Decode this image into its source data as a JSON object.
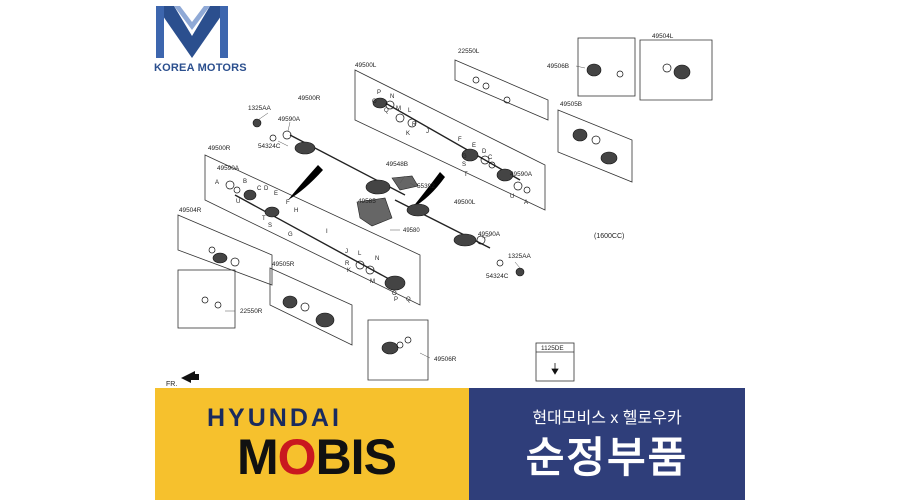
{
  "brand": {
    "logo_label": "KOREA MOTORS",
    "banner_brand": "HYUNDAI",
    "banner_mobis_pre": "M",
    "banner_mobis_o": "O",
    "banner_mobis_post": "BIS",
    "banner_subtitle": "현대모비스 x 헬로우카",
    "banner_title": "순정부품",
    "colors": {
      "logo_blue": "#2b4f8e",
      "banner_yellow": "#f6c12d",
      "banner_navy": "#2f3e7a",
      "mobis_red": "#c9171f"
    }
  },
  "diagram": {
    "labels": {
      "p49504L": "49504L",
      "p22550L": "22550L",
      "p49506B": "49506B",
      "p49505B": "49505B",
      "p49500L_a": "49500L",
      "p49500R_a": "49500R",
      "p1325AA_a": "1325AA",
      "p49590A_a": "49590A",
      "p54324C_a": "54324C",
      "p49500R_b": "49500R",
      "p49590A_b": "49590A",
      "p49548B": "49548B",
      "p55392": "55392",
      "p49585": "49585",
      "p49580": "49580",
      "p49500L_b": "49500L",
      "p49590A_c": "49590A",
      "p49590A_d": "49590A",
      "p1325AA_b": "1325AA",
      "p54324C_b": "54324C",
      "p49504R": "49504R",
      "p22550R": "22550R",
      "p49505R": "49505R",
      "p49506R": "49506R",
      "p1125DE": "1125DE",
      "engine": "(1600CC)",
      "front": "FR."
    },
    "callouts": {
      "lp": "P",
      "lq": "Q",
      "ln": "N",
      "lo": "O",
      "lm": "M",
      "lk": "K",
      "ll": "L",
      "lj": "J",
      "lr": "R",
      "lf": "F",
      "le": "E",
      "ld": "D",
      "lc": "C",
      "lb": "B",
      "la": "A",
      "lg": "G",
      "lh": "H",
      "li": "I",
      "ls": "S",
      "lt": "T",
      "lu": "U"
    }
  }
}
